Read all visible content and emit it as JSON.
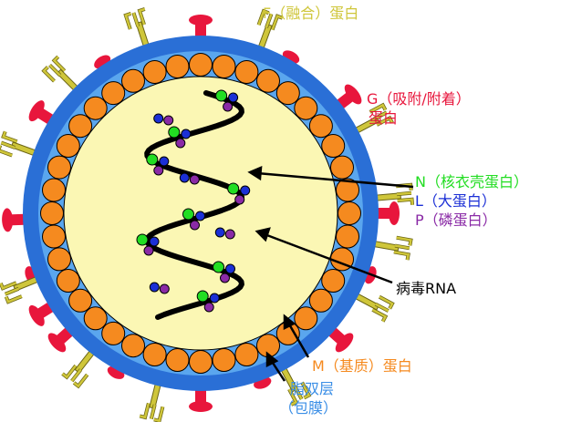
{
  "labels": {
    "f_protein": "F（融合）蛋白",
    "g_protein_line1": "G（吸附/附着）",
    "g_protein_line2": "蛋白",
    "n_protein": "N（核衣壳蛋白）",
    "l_protein": "L（大蛋白）",
    "p_protein": "P（磷蛋白）",
    "rna": "病毒RNA",
    "m_protein": "M（基质）蛋白",
    "lipid_line1": "脂双层",
    "lipid_line2": "（包膜）"
  },
  "colors": {
    "envelope_outer": "#2a6fd6",
    "envelope_inner": "#5aa6ee",
    "core": "#fbf7b4",
    "matrix": "#f58a1f",
    "g_spike": "#e8163c",
    "f_spike": "#cfc63a",
    "n_protein": "#22dd22",
    "l_protein": "#1b2fd6",
    "p_protein": "#8a2aa6",
    "label_f": "#cfc63a",
    "label_g": "#e8163c",
    "label_n": "#22dd22",
    "label_l": "#1b2fd6",
    "label_p": "#8a2aa6",
    "label_rna": "#000000",
    "label_m": "#f58a1f",
    "label_lipid": "#3a8ee6"
  }
}
